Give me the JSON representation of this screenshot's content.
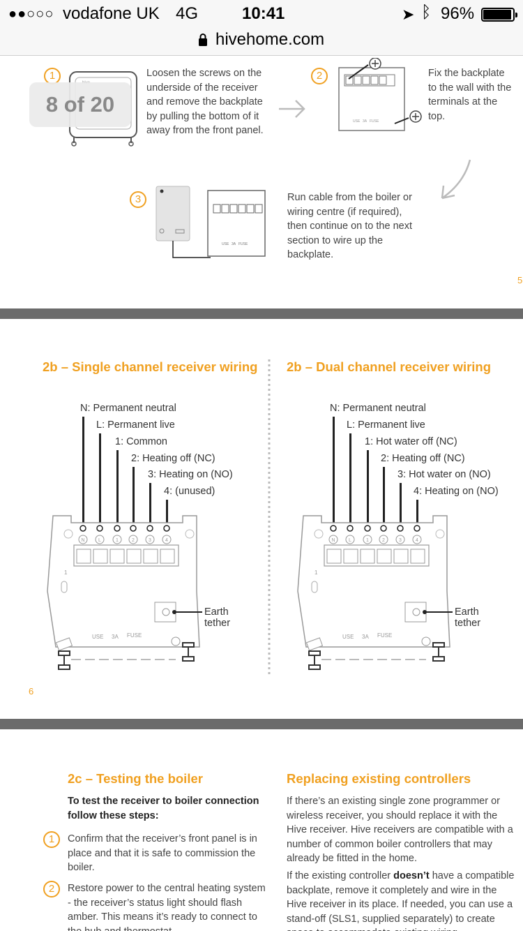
{
  "status_bar": {
    "signal": "●●○○○",
    "carrier": "vodafone UK",
    "network": "4G",
    "time": "10:41",
    "battery": "96%",
    "battery_level": 0.96
  },
  "browser": {
    "url": "hivehome.com"
  },
  "overlay": {
    "page_counter": "8 of 20"
  },
  "page5": {
    "step1": {
      "num": "1",
      "text": "Loosen the screws on the underside of the receiver and remove the backplate by pulling the bottom of it away from the front panel."
    },
    "step2": {
      "num": "2",
      "text": "Fix the backplate to the wall with the terminals at the top."
    },
    "step3": {
      "num": "3",
      "text": "Run cable from the boiler or wiring centre (if required), then continue on to the next section to wire up the backplate."
    },
    "illustration_text": {
      "use": "USE",
      "amps": "3A",
      "fuse": "FUSE"
    },
    "page_number": "5"
  },
  "page6": {
    "single": {
      "heading": "2b – Single channel receiver wiring",
      "labels": [
        "N: Permanent neutral",
        "L: Permanent live",
        "1: Common",
        "2: Heating off (NC)",
        "3: Heating on (NO)",
        "4: (unused)"
      ]
    },
    "dual": {
      "heading": "2b – Dual channel receiver wiring",
      "labels": [
        "N: Permanent neutral",
        "L: Permanent live",
        "1: Hot water off (NC)",
        "2: Heating off (NC)",
        "3: Hot water on (NO)",
        "4: Heating on (NO)"
      ]
    },
    "terminals": [
      "N",
      "L",
      "1",
      "2",
      "3",
      "4"
    ],
    "earth_line1": "Earth",
    "earth_line2": "tether",
    "plate_text": {
      "one": "1",
      "use": "USE",
      "amps": "3A",
      "fuse": "FUSE"
    },
    "page_number": "6"
  },
  "page7": {
    "testing": {
      "heading": "2c – Testing the boiler",
      "intro": "To test the receiver to boiler connection follow these steps:",
      "steps": [
        {
          "num": "1",
          "text": "Confirm that the receiver’s front panel is in place and that it is safe to commission the boiler."
        },
        {
          "num": "2",
          "text": "Restore power to the central heating system - the receiver’s status light should flash amber. This means it’s ready to connect to the hub and thermostat."
        }
      ]
    },
    "replacing": {
      "heading": "Replacing existing controllers",
      "para1": "If there’s an existing single zone programmer or wireless receiver, you should replace it with the Hive receiver. Hive receivers are compatible with a number of common boiler controllers that may already be fitted in the home.",
      "para2_a": "If the existing controller ",
      "para2_bold": "doesn’t",
      "para2_b": " have a compatible backplate, remove it completely and wire in the Hive receiver in its place. If needed, you can use a stand-off (SLS1, supplied separately) to create space to accommodate existing wiring."
    }
  },
  "colors": {
    "accent": "#f0a020",
    "divider": "#6b6b6b",
    "text": "#444444"
  }
}
